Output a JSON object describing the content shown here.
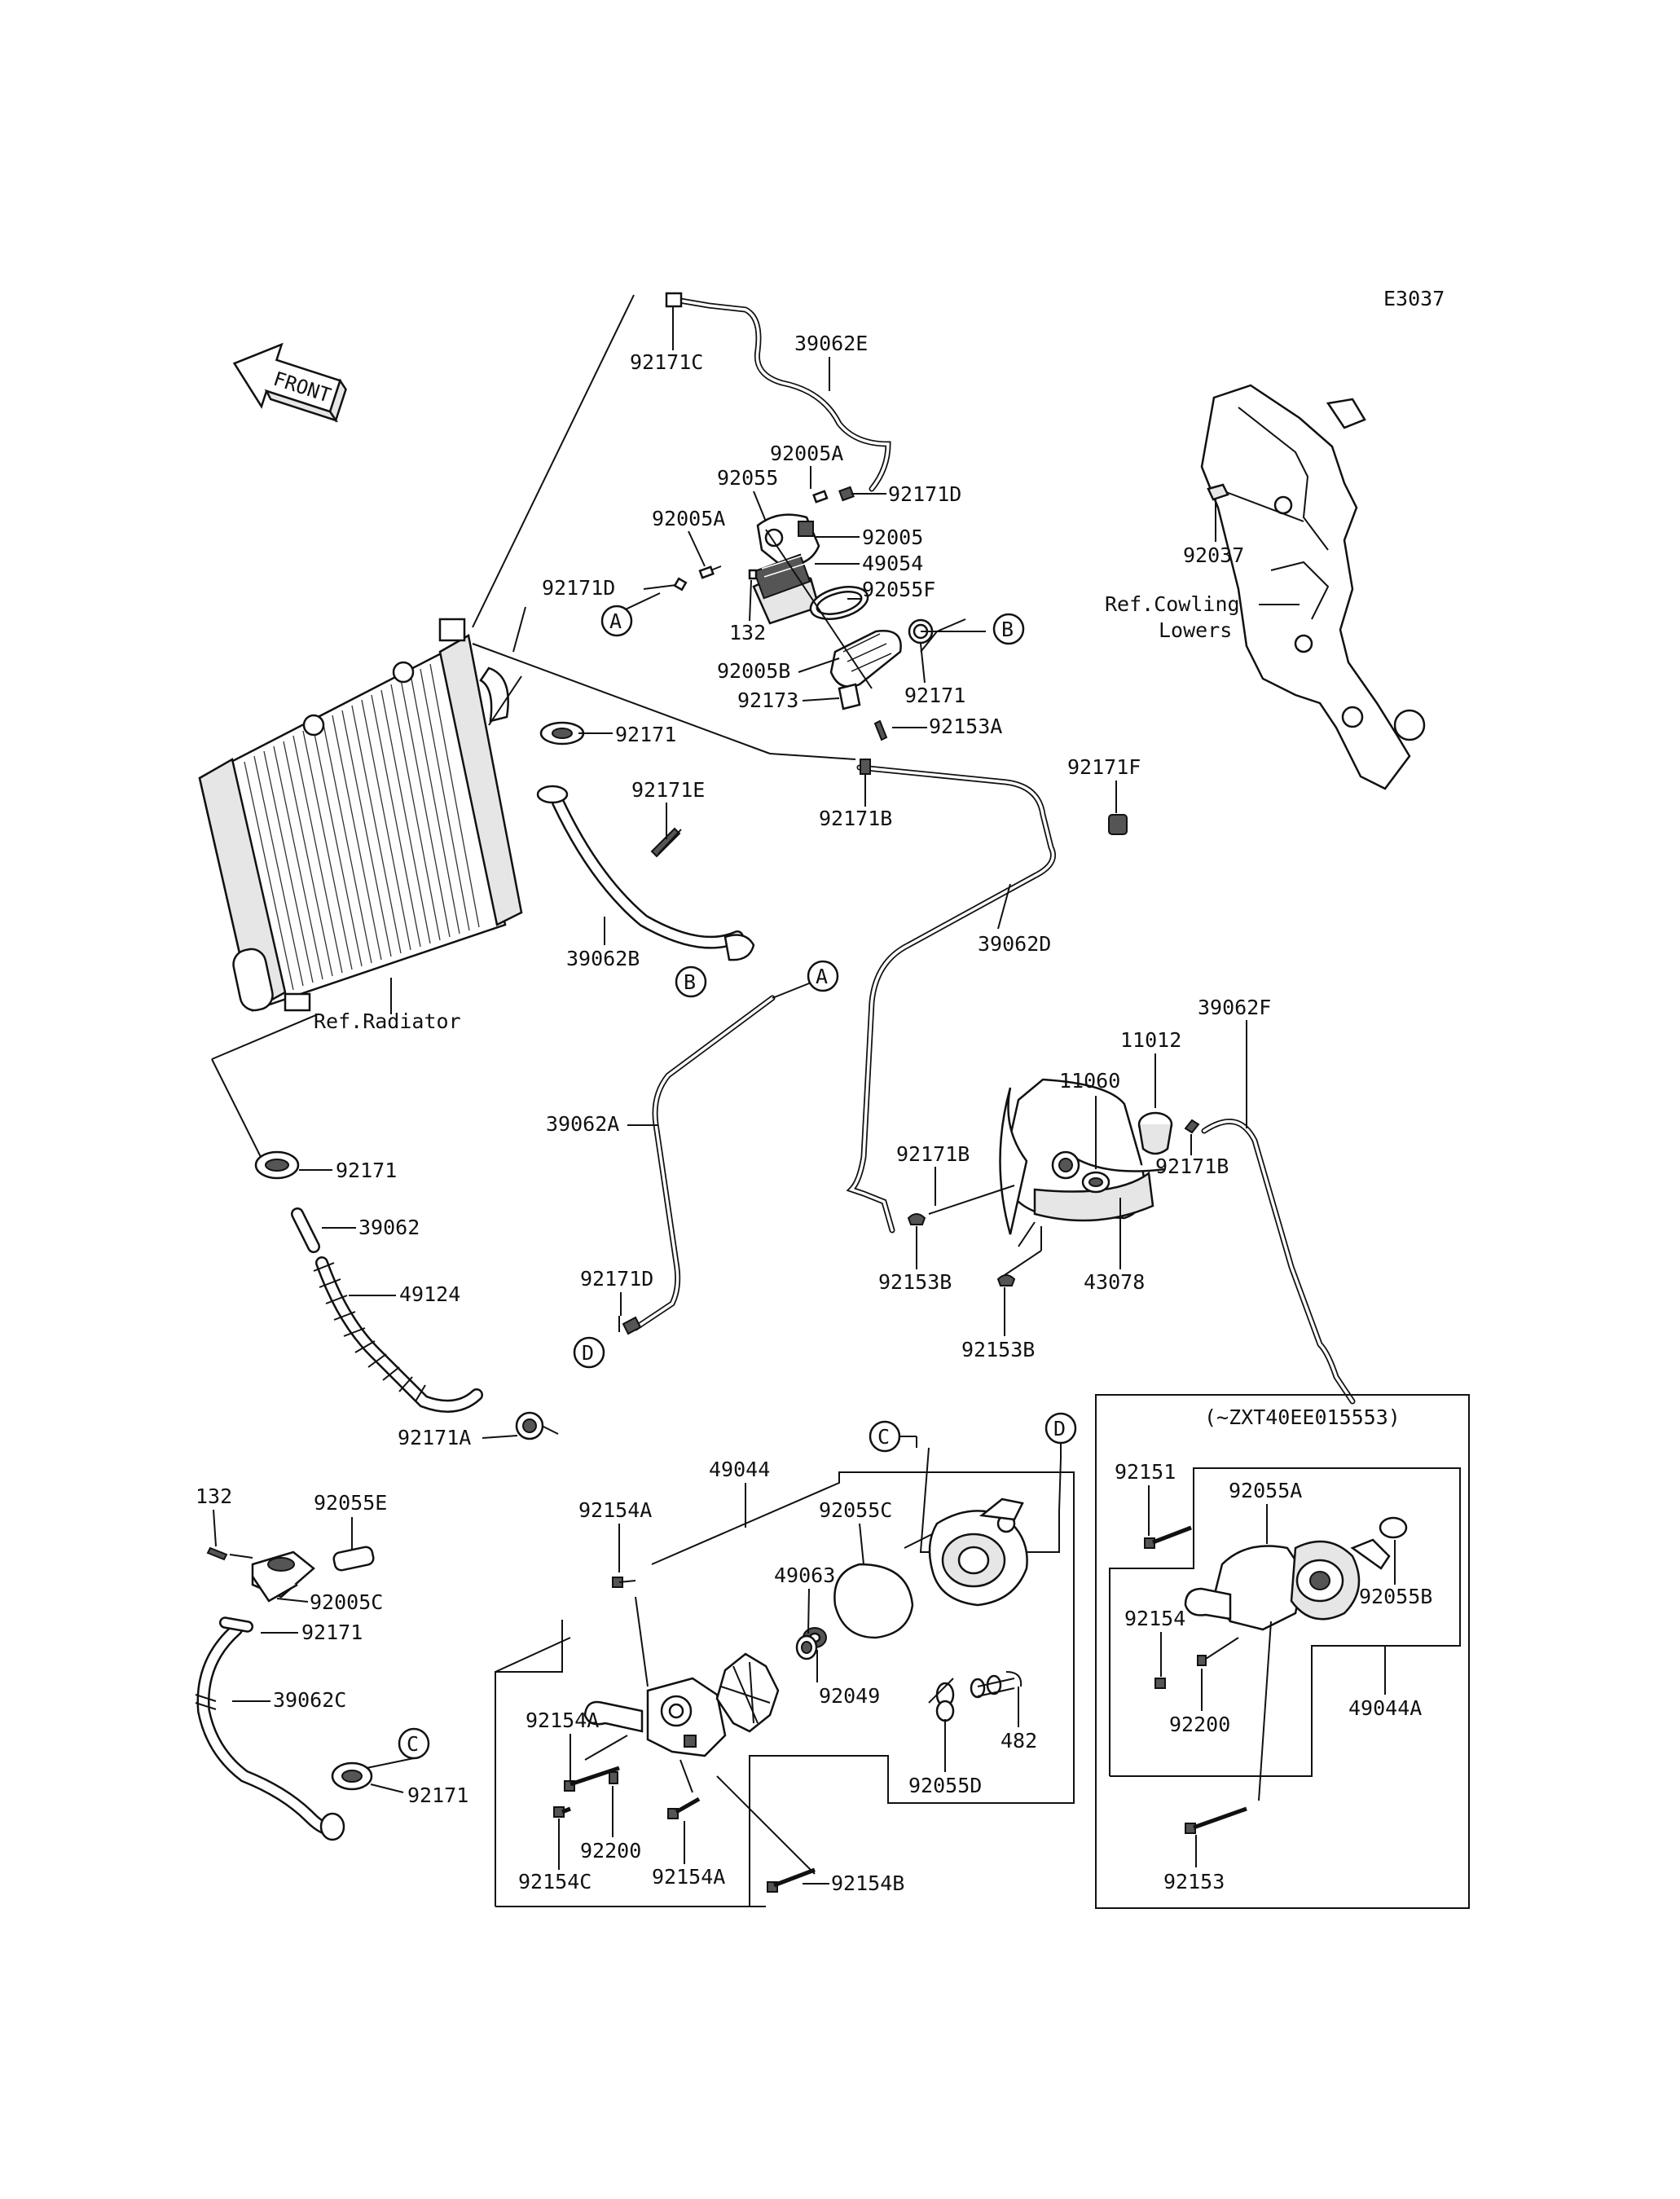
{
  "diagram_code": "E3037",
  "front_arrow_label": "FRONT",
  "refs": {
    "radiator": "Ref.Radiator",
    "cowling_line1": "Ref.Cowling",
    "cowling_line2": "Lowers"
  },
  "inset_note": "(~ZXT40EE015553)",
  "callouts": {
    "A": "A",
    "B": "B",
    "C": "C",
    "D": "D"
  },
  "parts": {
    "p92171C": "92171C",
    "p39062E": "39062E",
    "p92005A_top": "92005A",
    "p92055": "92055",
    "p92005A_left": "92005A",
    "p92171D_right": "92171D",
    "p92005": "92005",
    "p49054": "49054",
    "p92171D_left": "92171D",
    "p92055F": "92055F",
    "p132_top": "132",
    "p92005B": "92005B",
    "p92171_therm": "92171",
    "p92173": "92173",
    "p92153A": "92153A",
    "p92171_rad": "92171",
    "p92171E": "92171E",
    "p92171B_mid": "92171B",
    "p92171F": "92171F",
    "p39062B": "39062B",
    "p39062D": "39062D",
    "p92037": "92037",
    "p39062F": "39062F",
    "p11012": "11012",
    "p11060": "11060",
    "p92171B_res": "92171B",
    "p92171B_tank": "92171B",
    "p39062A": "39062A",
    "p92153B_1": "92153B",
    "p43078": "43078",
    "p92153B_2": "92153B",
    "p92171D_bot": "92171D",
    "p92171_hose": "92171",
    "p39062": "39062",
    "p49124": "49124",
    "p92171A": "92171A",
    "p49044": "49044",
    "p132_bot": "132",
    "p92055E": "92055E",
    "p92005C": "92005C",
    "p92171_lower": "92171",
    "p39062C": "39062C",
    "p92171_lower2": "92171",
    "p92154A_1": "92154A",
    "p92055C": "92055C",
    "p49063": "49063",
    "p92049": "92049",
    "p92154A_2": "92154A",
    "p92200": "92200",
    "p92154C": "92154C",
    "p92154A_3": "92154A",
    "p92154B": "92154B",
    "p92055D": "92055D",
    "p482": "482",
    "p92151": "92151",
    "p92055A": "92055A",
    "p92055B": "92055B",
    "p92154_inset": "92154",
    "p92200_inset": "92200",
    "p49044A": "49044A",
    "p92153": "92153"
  }
}
